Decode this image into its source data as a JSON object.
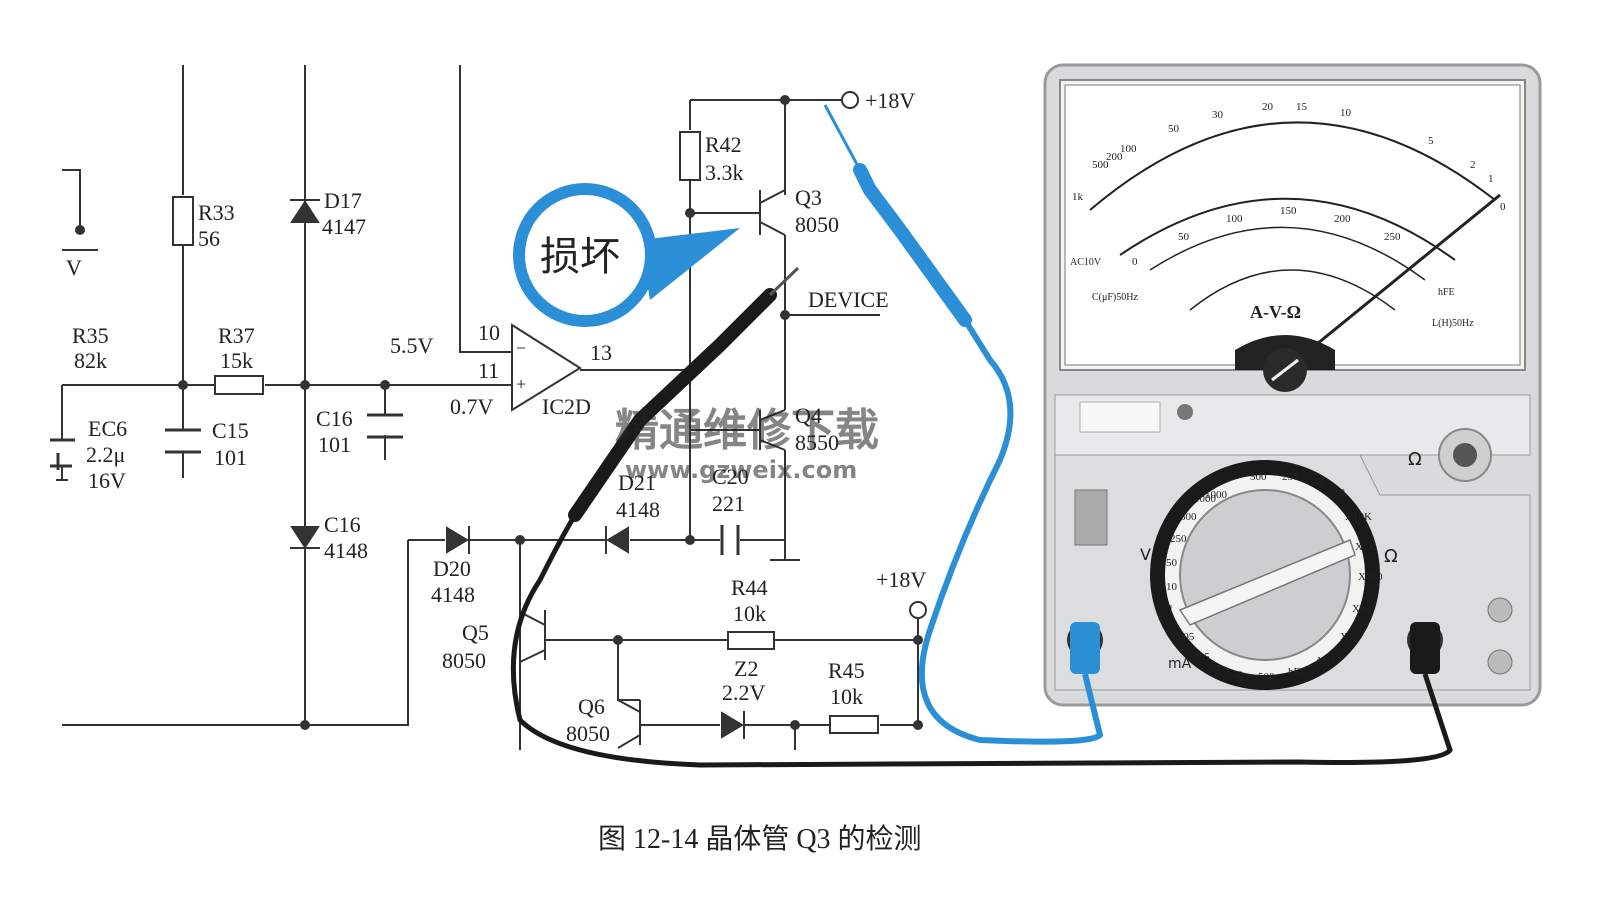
{
  "callout": {
    "text": "损坏",
    "color": "#2a8fd6"
  },
  "labels": {
    "v_left": "V",
    "r33_name": "R33",
    "r33_val": "56",
    "d17_name": "D17",
    "d17_val": "4147",
    "r42_name": "R42",
    "r42_val": "3.3k",
    "q3_name": "Q3",
    "q3_val": "8050",
    "vplus18_top": "+18V",
    "device": "DEVICE",
    "r35_name": "R35",
    "r35_val": "82k",
    "r37_name": "R37",
    "r37_val": "15k",
    "v55": "5.5V",
    "v07": "0.7V",
    "pin10": "10",
    "pin11": "11",
    "pin13": "13",
    "minus": "−",
    "plus": "+",
    "ic2d": "IC2D",
    "ec6_name": "EC6",
    "ec6_val": "2.2μ",
    "ec6_volt": "16V",
    "c15_name": "C15",
    "c15_val": "101",
    "c16a_name": "C16",
    "c16a_val": "101",
    "q4_name": "Q4",
    "q4_val": "8550",
    "d21_name": "D21",
    "d21_val": "4148",
    "c20_name": "C20",
    "c20_val": "221",
    "c16b_name": "C16",
    "c16b_val": "4148",
    "d20_name": "D20",
    "d20_val": "4148",
    "vplus18_mid": "+18V",
    "r44_name": "R44",
    "r44_val": "10k",
    "q5_name": "Q5",
    "q5_val": "8050",
    "z2_name": "Z2",
    "z2_val": "2.2V",
    "r45_name": "R45",
    "r45_val": "10k",
    "q6_name": "Q6",
    "q6_val": "8050"
  },
  "watermark": {
    "line1": "精通维修下载",
    "line2": "www.gzweix.com"
  },
  "meter": {
    "scale_label": "A-V-Ω",
    "ac10v": "AC10V",
    "c_label": "C(μF)50Hz",
    "l_label": "L(H)50Hz",
    "hfe": "hFE",
    "ohm_symbol": "Ω",
    "v_mark": "V",
    "ma_mark": "mA",
    "top_scale": [
      "1k",
      "500",
      "200",
      "100",
      "50",
      "30",
      "20",
      "15",
      "10",
      "5",
      "2",
      "1",
      "0"
    ],
    "dcv_scale": [
      "0",
      "50",
      "100",
      "150",
      "200",
      "250"
    ],
    "knob_labels": [
      "1000",
      "500",
      "250",
      "50",
      "10",
      "X10K",
      "X1K",
      "X100",
      "X10",
      "X1",
      "ADJ",
      "hFE",
      "500",
      "50",
      "5",
      "0.5",
      "0.05",
      "1",
      "10",
      "50",
      "250",
      "500",
      "1000"
    ]
  },
  "caption": "图 12-14   晶体管 Q3 的检测",
  "colors": {
    "blue_probe": "#2b8fd8",
    "black_probe": "#1a1a1a",
    "watermark": "#e8803a",
    "line": "#333333"
  }
}
